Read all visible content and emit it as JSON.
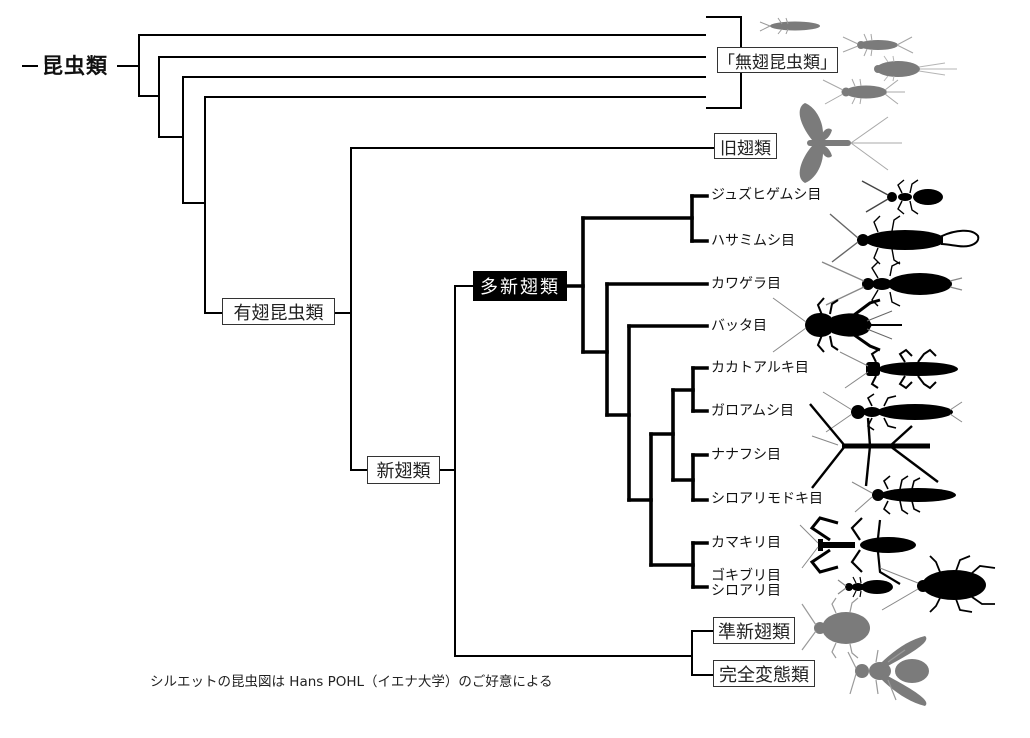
{
  "root": {
    "label": "昆虫類"
  },
  "groups": {
    "apterygota": "「無翅昆虫類」",
    "palaeoptera": "旧翅類",
    "pterygota": "有翅昆虫類",
    "neoptera": "新翅類",
    "polyneoptera": "多新翅類",
    "paraneoptera": "準新翅類",
    "holometabola": "完全変態類"
  },
  "orders": [
    "ジュズヒゲムシ目",
    "ハサミムシ目",
    "カワゲラ目",
    "バッタ目",
    "カカトアルキ目",
    "ガロアムシ目",
    "ナナフシ目",
    "シロアリモドキ目",
    "カマキリ目",
    "ゴキブリ目",
    "シロアリ目"
  ],
  "caption": "シルエットの昆虫図は Hans POHL（イエナ大学）のご好意による",
  "colors": {
    "line": "#000000",
    "silhouette_dark": "#000000",
    "silhouette_grey": "#7b7b7b",
    "highlight_box_bg": "#000000",
    "highlight_box_text": "#ffffff"
  }
}
